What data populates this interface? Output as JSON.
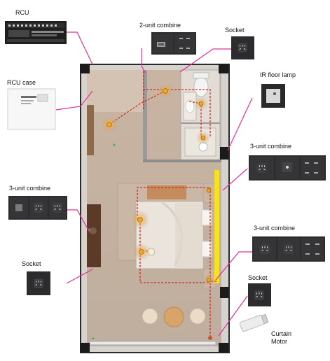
{
  "labels": {
    "rcu": "RCU",
    "rcu_case": "RCU case",
    "combine_2_unit": "2-unit combine",
    "socket_top": "Socket",
    "ir_floor_lamp": "IR floor lamp",
    "combine_3_unit_right_top": "3-unit combine",
    "combine_3_unit_left": "3-unit combine",
    "combine_3_unit_right_bottom": "3-unit combine",
    "socket_left": "Socket",
    "socket_bottom_right": "Socket",
    "curtain_motor": "Curtain\nMotor"
  },
  "colors": {
    "leader_line": "#e0309a",
    "wiring": "#d42a1e",
    "lamp": "#f2a81e",
    "strip_light": "#f6e21e",
    "wall": "#1b1b1b",
    "floor": "#c8b6a4",
    "panel": "#2c2c2e"
  },
  "icons": {
    "socket": "five-pin-socket-icon",
    "switch": "rocker-switch-icon",
    "card": "card-slot-icon",
    "lamp": "downlight-icon"
  }
}
